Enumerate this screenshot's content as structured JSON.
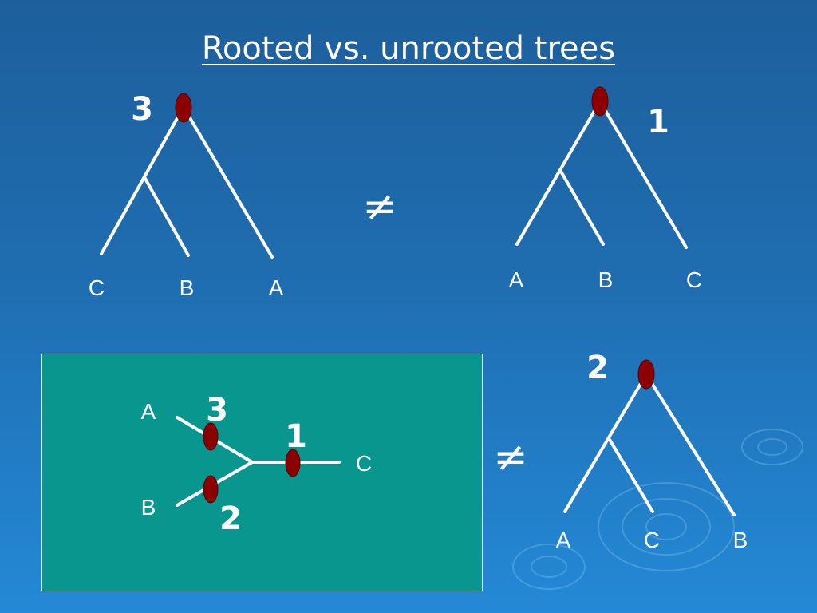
{
  "slide": {
    "title": "Rooted vs. unrooted trees",
    "not_equal_symbol": "≠",
    "tree_top_left": {
      "root_number": "3",
      "leaves": [
        "C",
        "B",
        "A"
      ]
    },
    "tree_top_right": {
      "root_number": "1",
      "leaves": [
        "A",
        "B",
        "C"
      ]
    },
    "tree_bottom_right": {
      "root_number": "2",
      "leaves": [
        "A",
        "C",
        "B"
      ]
    },
    "unrooted_tree": {
      "leaf_a": "A",
      "leaf_b": "B",
      "leaf_c": "C",
      "root_numbers": [
        "3",
        "1",
        "2"
      ]
    }
  },
  "colors": {
    "background": "#1f6db0",
    "inset_box": "#08968f",
    "root_marker": "#8b0000",
    "lines_and_text": "#ffffff"
  }
}
